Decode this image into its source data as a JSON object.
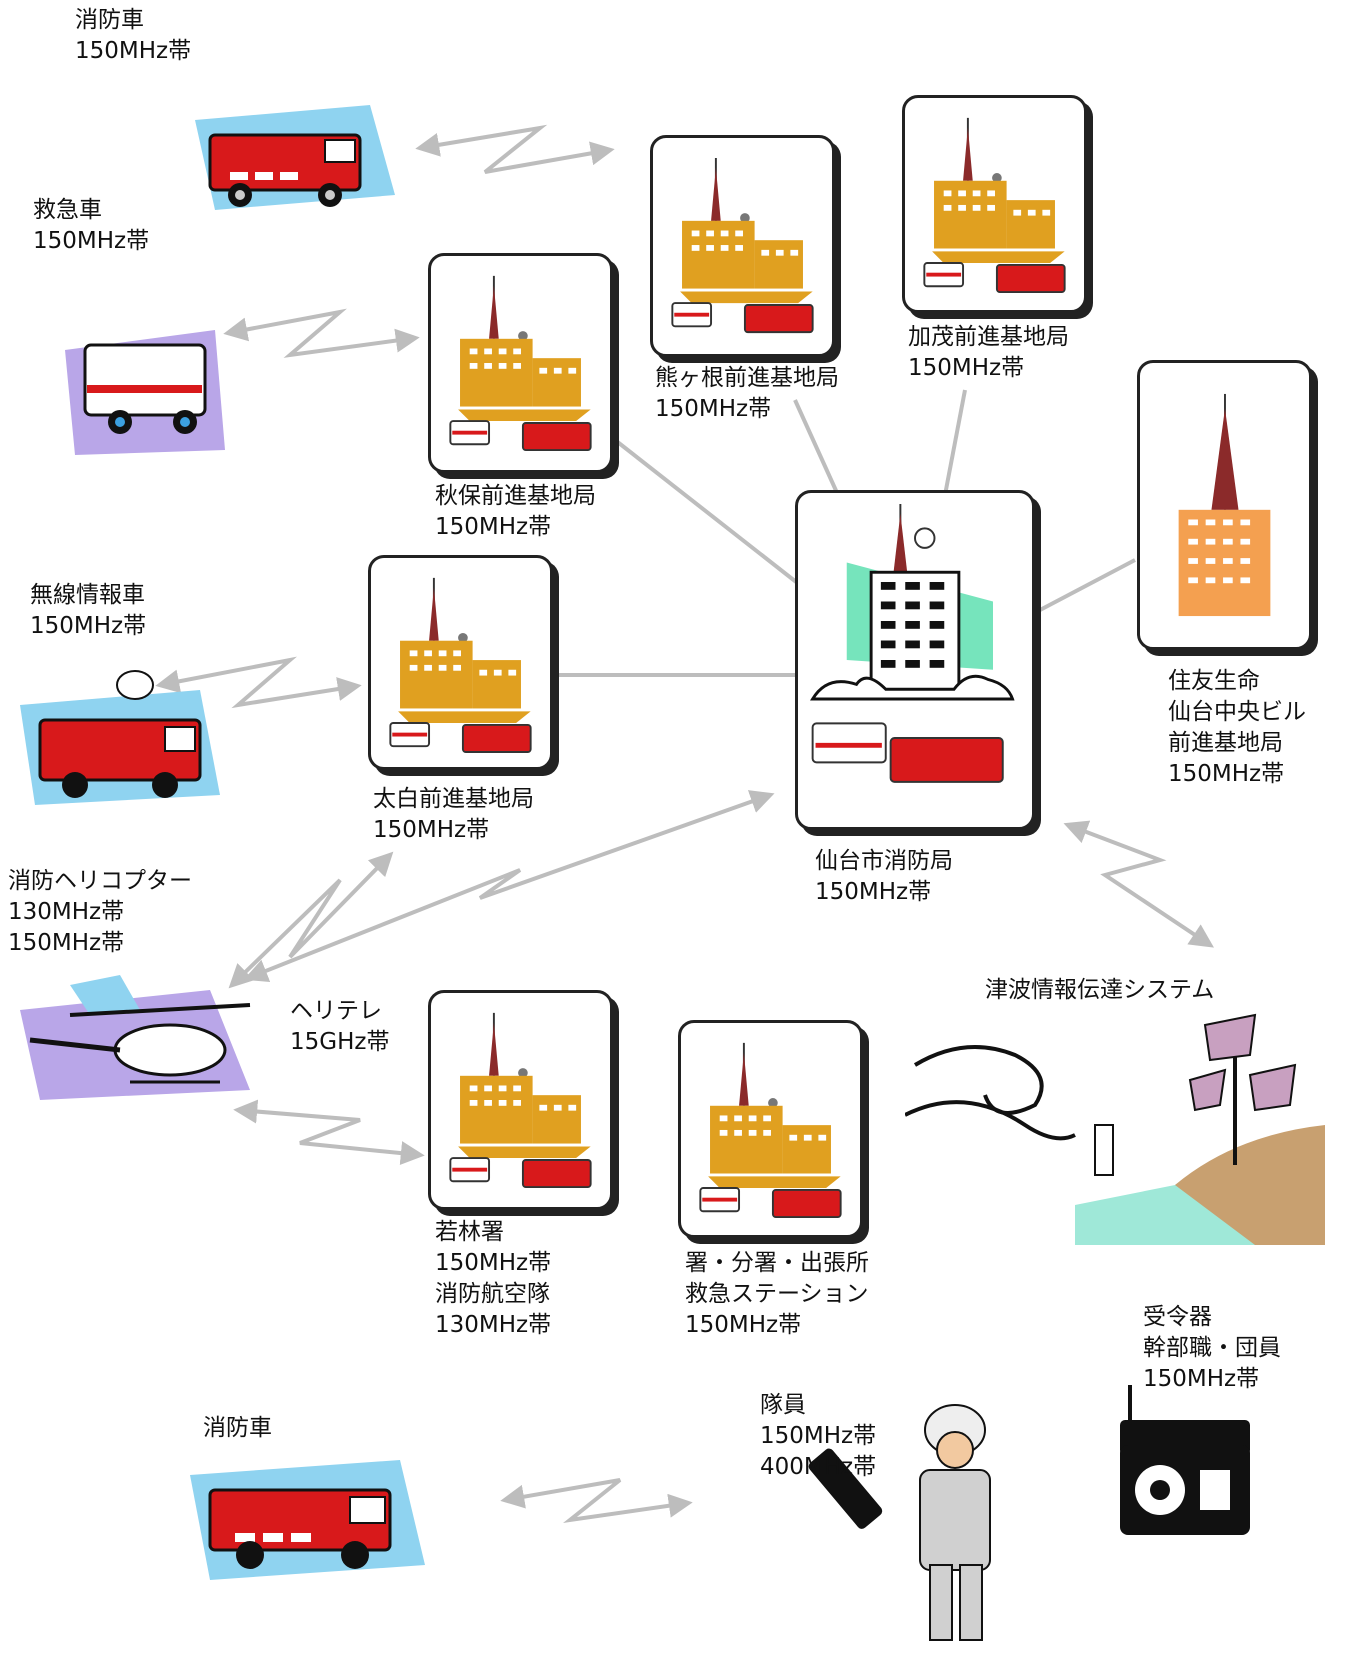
{
  "fire_truck_top": {
    "line1": "消防車",
    "line2": "150MHz帯"
  },
  "ambulance": {
    "line1": "救急車",
    "line2": "150MHz帯"
  },
  "radio_info_car": {
    "line1": "無線情報車",
    "line2": "150MHz帯"
  },
  "helicopter": {
    "line1": "消防ヘリコプター",
    "line2": "130MHz帯",
    "line3": "150MHz帯"
  },
  "heli_tv": {
    "line1": "ヘリテレ",
    "line2": "15GHz帯"
  },
  "akiho": {
    "line1": "秋保前進基地局",
    "line2": "150MHz帯"
  },
  "kumagane": {
    "line1": "熊ヶ根前進基地局",
    "line2": "150MHz帯"
  },
  "kamo": {
    "line1": "加茂前進基地局",
    "line2": "150MHz帯"
  },
  "sumitomo": {
    "line1": "住友生命",
    "line2": "仙台中央ビル",
    "line3": "前進基地局",
    "line4": "150MHz帯"
  },
  "taihaku": {
    "line1": "太白前進基地局",
    "line2": "150MHz帯"
  },
  "hq": {
    "line1": "仙台市消防局",
    "line2": "150MHz帯"
  },
  "tsunami": {
    "line1": "津波情報伝達システム"
  },
  "wakabayashi": {
    "line1": "若林署",
    "line2": "150MHz帯",
    "line3": "消防航空隊",
    "line4": "130MHz帯"
  },
  "stations": {
    "line1": "署・分署・出張所",
    "line2": "救急ステーション",
    "line3": "150MHz帯"
  },
  "receiver": {
    "line1": "受令器",
    "line2": "幹部職・団員",
    "line3": "150MHz帯"
  },
  "fire_truck_bottom": {
    "line1": "消防車"
  },
  "member": {
    "line1": "隊員",
    "line2": "150MHz帯",
    "line3": "400MHz帯"
  },
  "colors": {
    "building": "#E0A020",
    "truck": "#D8191B",
    "link": "#BDBDBD",
    "sky": "#8FD3F0",
    "purple": "#B9A6E8"
  }
}
